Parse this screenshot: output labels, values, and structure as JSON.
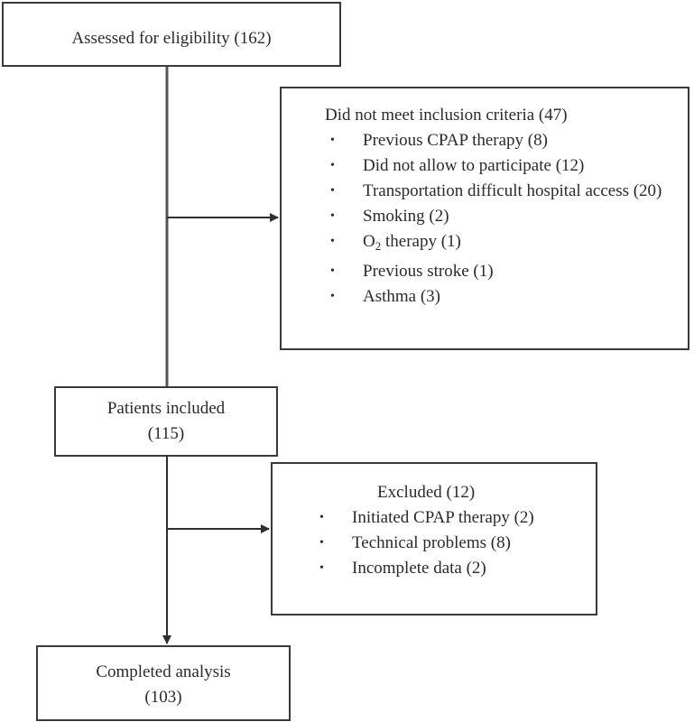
{
  "boxes": {
    "assessed": {
      "text": "Assessed for eligibility (162)"
    },
    "not_meet": {
      "title": "Did not meet inclusion criteria  (47)",
      "items": [
        "Previous CPAP therapy (8)",
        "Did not allow to participate (12)",
        "Transportation difficult hospital access (20)",
        "Smoking (2)",
        {
          "prefix": "O",
          "subscript": "2",
          "suffix": " therapy (1)"
        },
        "Previous stroke (1)",
        "Asthma (3)"
      ]
    },
    "included": {
      "line1": "Patients included",
      "line2": "(115)"
    },
    "excluded": {
      "title": "Excluded (12)",
      "items": [
        "Initiated CPAP therapy (2)",
        "Technical problems (8)",
        "Incomplete data (2)"
      ]
    },
    "completed": {
      "line1": "Completed analysis",
      "line2": "(103)"
    }
  },
  "bullet_glyph": "•",
  "colors": {
    "line": "#555555",
    "border": "#3a3a3a",
    "text": "#2a2a2a"
  }
}
